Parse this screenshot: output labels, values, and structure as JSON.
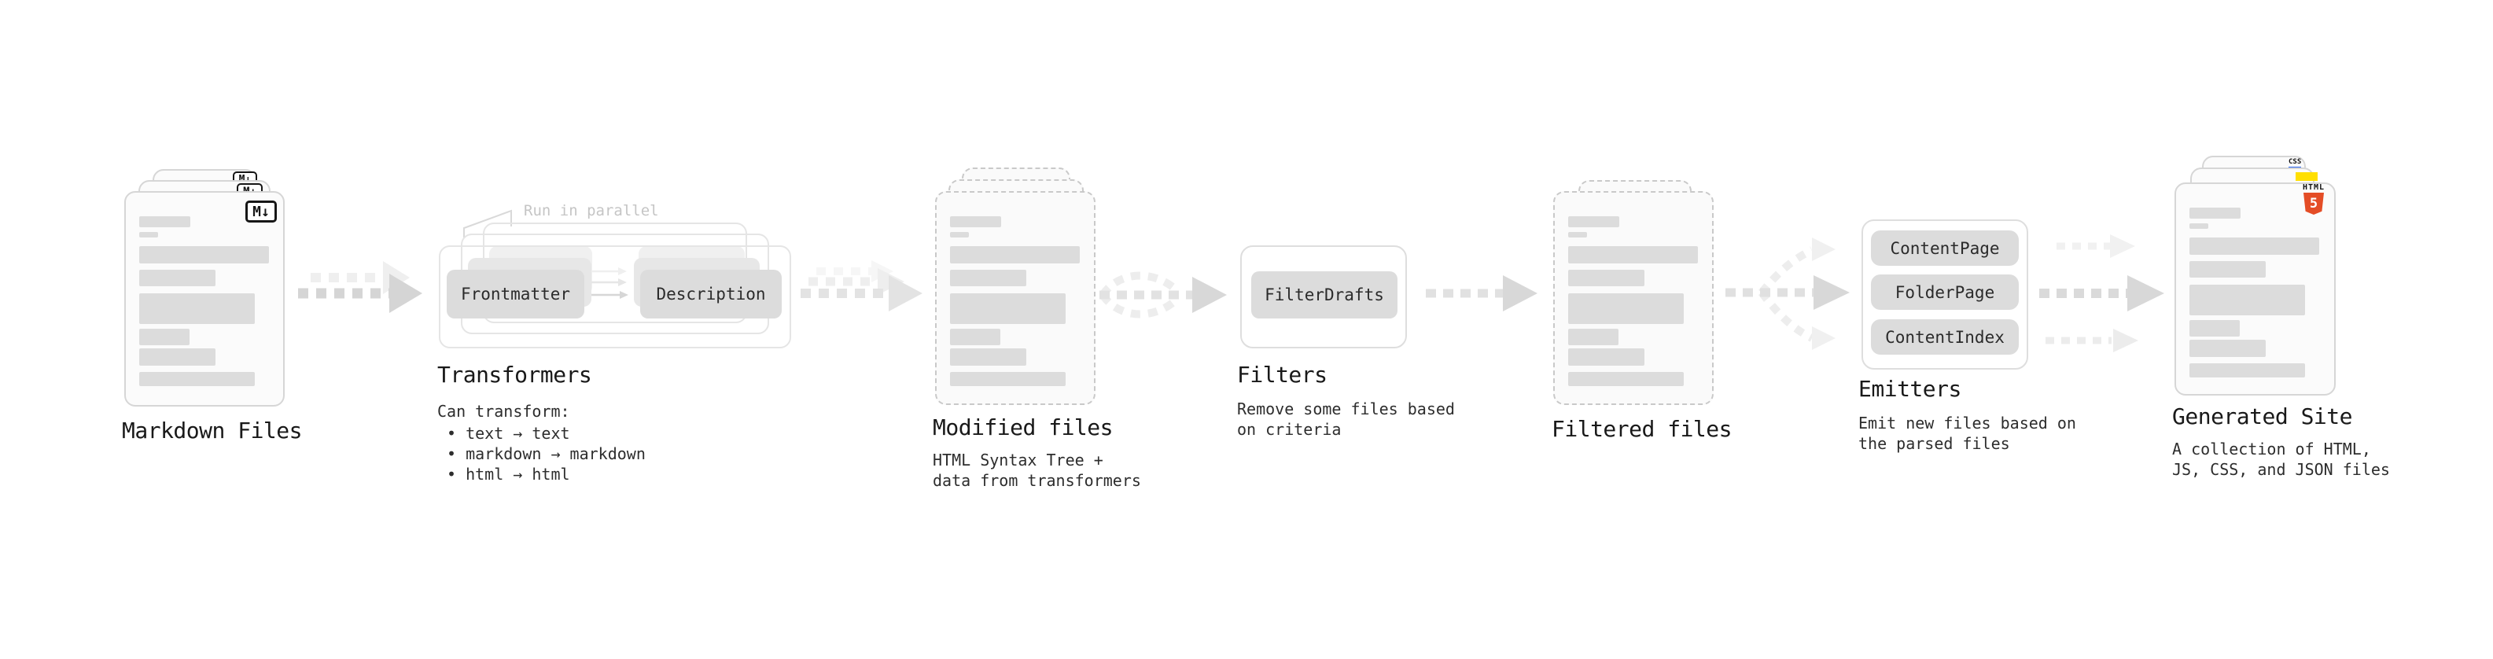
{
  "diagram": {
    "markdown_files": {
      "title": "Markdown Files",
      "file_icon": "M↓"
    },
    "transformers": {
      "annotation": "Run in parallel",
      "node_frontmatter": "Frontmatter",
      "node_description": "Description",
      "title": "Transformers",
      "description_heading": "Can transform:",
      "bullets": [
        "• text → text",
        "• markdown → markdown",
        "• html → html"
      ]
    },
    "modified_files": {
      "title": "Modified files",
      "description": [
        "HTML Syntax Tree +",
        "data from transformers"
      ]
    },
    "filters": {
      "title": "Filters",
      "node_filterdrafts": "FilterDrafts",
      "description": [
        "Remove some files based",
        "on criteria"
      ]
    },
    "filtered_files": {
      "title": "Filtered files"
    },
    "emitters": {
      "title": "Emitters",
      "nodes": [
        "ContentPage",
        "FolderPage",
        "ContentIndex"
      ],
      "description": [
        "Emit new files based on",
        "the parsed files"
      ]
    },
    "generated_site": {
      "title": "Generated Site",
      "description": [
        "A collection of HTML,",
        "JS, CSS, and JSON files"
      ],
      "html5_icon_label": "HTML",
      "html5_icon_number": "5",
      "css_icon_label": "CSS"
    }
  },
  "colors": {
    "html5_orange": "#e44d26",
    "js_yellow": "#ffdf00",
    "css_blue": "#2965f1",
    "node_fill": "#dcdcdc",
    "arrow_gray": "#d6d6d6"
  }
}
